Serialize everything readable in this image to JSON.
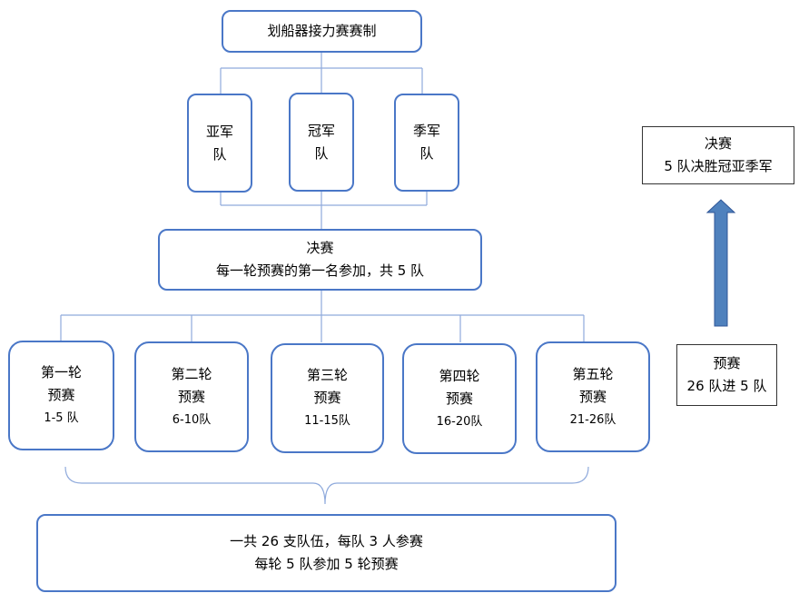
{
  "title": "划船器接力赛赛制",
  "medals": [
    {
      "line1": "亚军",
      "line2": "队"
    },
    {
      "line1": "冠军",
      "line2": "队"
    },
    {
      "line1": "季军",
      "line2": "队"
    }
  ],
  "final": {
    "line1": "决赛",
    "line2": "每一轮预赛的第一名参加，共 5 队"
  },
  "rounds": [
    {
      "name": "第一轮",
      "type": "预赛",
      "teams": "1-5 队"
    },
    {
      "name": "第二轮",
      "type": "预赛",
      "teams": "6-10队"
    },
    {
      "name": "第三轮",
      "type": "预赛",
      "teams": "11-15队"
    },
    {
      "name": "第四轮",
      "type": "预赛",
      "teams": "16-20队"
    },
    {
      "name": "第五轮",
      "type": "预赛",
      "teams": "21-26队"
    }
  ],
  "summary": {
    "line1": "一共 26 支队伍，每队 3 人参赛",
    "line2": "每轮 5 队参加 5 轮预赛"
  },
  "legend": {
    "final": {
      "line1": "决赛",
      "line2": "5 队决胜冠亚季军"
    },
    "prelim": {
      "line1": "预赛",
      "line2": "26 队进 5 队"
    }
  },
  "colors": {
    "border": "#4a77c7",
    "connector": "#8faadc",
    "arrow_fill": "#4f81bd",
    "arrow_stroke": "#2f5597"
  }
}
